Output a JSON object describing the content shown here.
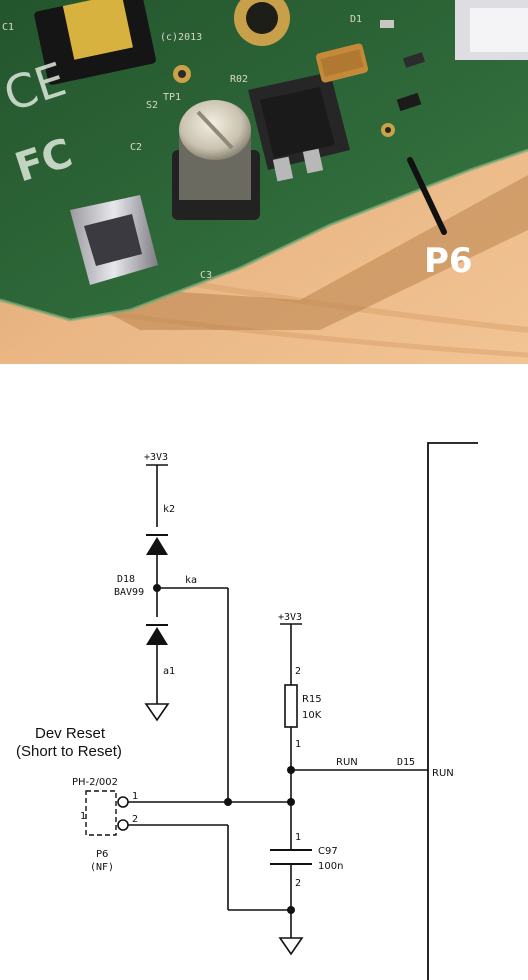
{
  "photo": {
    "callout": "P6",
    "silkscreen": {
      "c1": "C1",
      "s2": "S2",
      "tp1": "TP1",
      "c2": "C2",
      "r02": "R02",
      "d1": "D1",
      "c3": "C3",
      "board_code": "(c)2013"
    },
    "colors": {
      "pcb": "#2f6a3a",
      "wood": "#e7b07a",
      "callout_line": "#111111",
      "callout_text": "#ffffff"
    }
  },
  "schematic": {
    "power_top": "+3V3",
    "power_mid": "+3V3",
    "diode_pin_k2": "k2",
    "diode_pin_ka": "ka",
    "diode_pin_a1": "a1",
    "diode_ref": "D18",
    "diode_value": "BAV99",
    "resistor_ref": "R15",
    "resistor_value": "10K",
    "resistor_pin_top": "2",
    "resistor_pin_bottom": "1",
    "capacitor_ref": "C97",
    "capacitor_value": "100n",
    "capacitor_pin_top": "1",
    "capacitor_pin_bottom": "2",
    "net_run": "RUN",
    "pin_number": "D15",
    "chip_pin_label": "RUN",
    "dev_reset_line1": "Dev Reset",
    "dev_reset_line2": "(Short to Reset)",
    "connector_part": "PH-2/002",
    "connector_pin1": "1",
    "connector_pin2": "2",
    "connector_side_label": "1",
    "connector_ref": "P6",
    "connector_note": "(NF)"
  }
}
